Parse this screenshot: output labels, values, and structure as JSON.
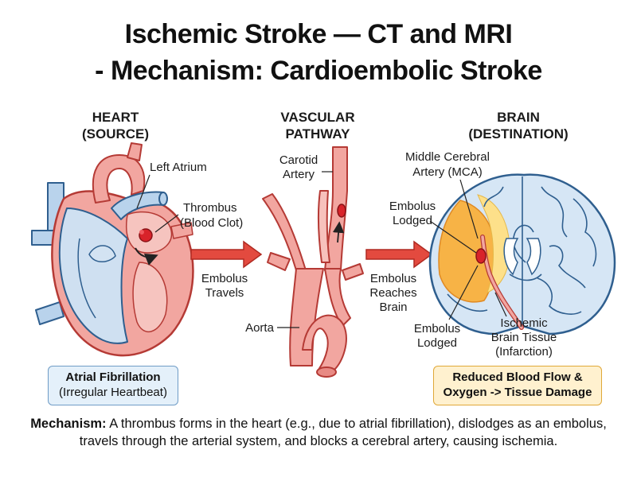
{
  "title": {
    "line1": "Ischemic Stroke — CT and MRI",
    "line2": "- Mechanism: Cardioembolic Stroke"
  },
  "sections": {
    "heart": {
      "line1": "HEART",
      "line2": "(SOURCE)"
    },
    "vascular": {
      "line1": "VASCULAR",
      "line2": "PATHWAY"
    },
    "brain": {
      "line1": "BRAIN",
      "line2": "(DESTINATION)"
    }
  },
  "heart_labels": {
    "left_atrium": "Left Atrium",
    "thrombus_1": "Thrombus",
    "thrombus_2": "(Blood Clot)"
  },
  "arrow1": {
    "line1": "Embolus",
    "line2": "Travels"
  },
  "vascular_labels": {
    "carotid_1": "Carotid",
    "carotid_2": "Artery",
    "aorta": "Aorta"
  },
  "arrow2": {
    "line1": "Embolus",
    "line2": "Reaches",
    "line3": "Brain"
  },
  "brain_labels": {
    "mca_1": "Middle Cerebral",
    "mca_2": "Artery (MCA)",
    "lodged_top_1": "Embolus",
    "lodged_top_2": "Lodged",
    "lodged_bottom_1": "Embolus",
    "lodged_bottom_2": "Lodged",
    "ischemic_1": "Ischemic",
    "ischemic_2": "Brain Tissue",
    "ischemic_3": "(Infarction)"
  },
  "box_af": {
    "line1": "Atrial Fibrillation",
    "line2": "(Irregular Heartbeat)"
  },
  "box_rb": {
    "line1": "Reduced Blood Flow &",
    "line2": "Oxygen -> Tissue Damage"
  },
  "caption": {
    "bold": "Mechanism:",
    "text": " A thrombus forms in the heart (e.g., due to atrial fibrillation), dislodges as an embolus, travels through the arterial system, and blocks a cerebral artery, causing ischemia."
  },
  "colors": {
    "artery_red": "#f2a6a0",
    "artery_stroke": "#b53a35",
    "vein_blue": "#b9d3ec",
    "vein_stroke": "#2f5f8f",
    "clot": "#d8232a",
    "arrow_red": "#e34a3f",
    "ischemia_orange": "#f7b346",
    "ischemia_yellow": "#fde08a"
  }
}
